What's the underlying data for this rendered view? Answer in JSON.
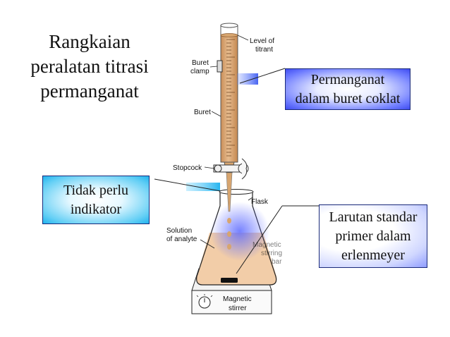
{
  "title": {
    "lines": [
      "Rangkaian",
      "peralatan titrasi",
      "permanganat"
    ]
  },
  "callouts": {
    "permanganat": [
      "Permanganat",
      "dalam buret coklat"
    ],
    "indikator": [
      "Tidak perlu",
      "indikator"
    ],
    "larutan": [
      "Larutan standar",
      "primer dalam",
      "erlenmeyer"
    ]
  },
  "diagram_labels": {
    "level_of_titrant": [
      "Level of",
      "titrant"
    ],
    "buret_clamp": [
      "Buret",
      "clamp"
    ],
    "buret": "Buret",
    "stopcock": "Stopcock",
    "flask": "Flask",
    "solution_of_analyte": [
      "Solution",
      "of analyte"
    ],
    "magnetic_stirring_bar": [
      "Magnetic",
      "stirring",
      "bar"
    ],
    "magnetic_stirrer": [
      "Magnetic",
      "stirrer"
    ]
  },
  "colors": {
    "titrant": "#d7a56f",
    "analyte": "#f2cda8",
    "permanganat_callout": "#4a57f5",
    "indikator_callout": "#2ab7ef",
    "larutan_callout": "#8f9cff"
  }
}
